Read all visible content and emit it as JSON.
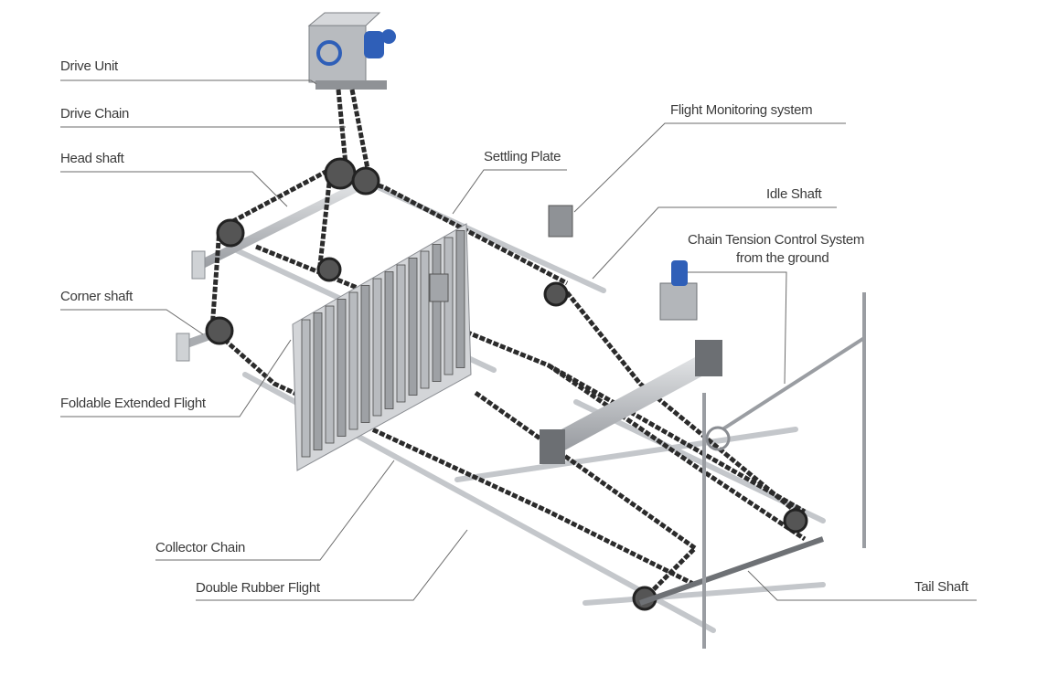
{
  "diagram": {
    "labels": {
      "drive_unit": "Drive Unit",
      "drive_chain": "Drive Chain",
      "head_shaft": "Head shaft",
      "corner_shaft": "Corner shaft",
      "foldable_extended_flight": "Foldable Extended Flight",
      "collector_chain": "Collector Chain",
      "double_rubber_flight": "Double Rubber Flight",
      "settling_plate": "Settling Plate",
      "flight_monitoring_system": "Flight Monitoring system",
      "idle_shaft": "Idle Shaft",
      "chain_tension_line1": "Chain Tension Control System",
      "chain_tension_line2": "from the ground",
      "tail_shaft": "Tail Shaft"
    },
    "colors": {
      "leader": "#6b6b6b",
      "chain": "#2b2b2b",
      "steel": "#b9bcc0",
      "steel_dark": "#8a8d92",
      "motor": "#2f5fb8"
    }
  }
}
